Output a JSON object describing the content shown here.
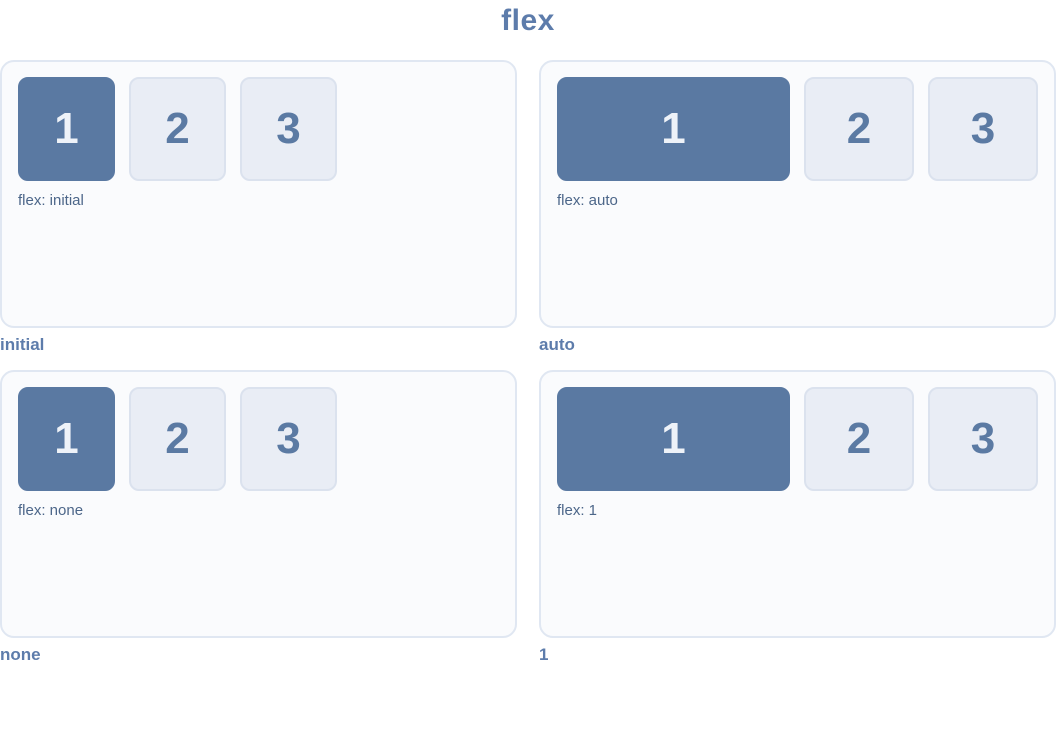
{
  "title": "flex",
  "colors": {
    "accent": "#5a79a2",
    "item1_fill": "#5a79a2",
    "item1_text": "#eef2f8",
    "item_muted_fill": "#e9edf5",
    "item_muted_border": "#dbe2ee",
    "item_muted_text": "#5b7aa3",
    "card_bg": "#fafbfd",
    "card_border": "#e0e7f2",
    "value_label_text": "#4c6689",
    "caption_text": "#5d7cab"
  },
  "panels": [
    {
      "caption": "initial",
      "label": "flex: initial",
      "boxes": [
        "1",
        "2",
        "3"
      ]
    },
    {
      "caption": "auto",
      "label": "flex: auto",
      "boxes": [
        "1",
        "2",
        "3"
      ]
    },
    {
      "caption": "none",
      "label": "flex: none",
      "boxes": [
        "1",
        "2",
        "3"
      ]
    },
    {
      "caption": "1",
      "label": "flex: 1",
      "boxes": [
        "1",
        "2",
        "3"
      ]
    }
  ]
}
